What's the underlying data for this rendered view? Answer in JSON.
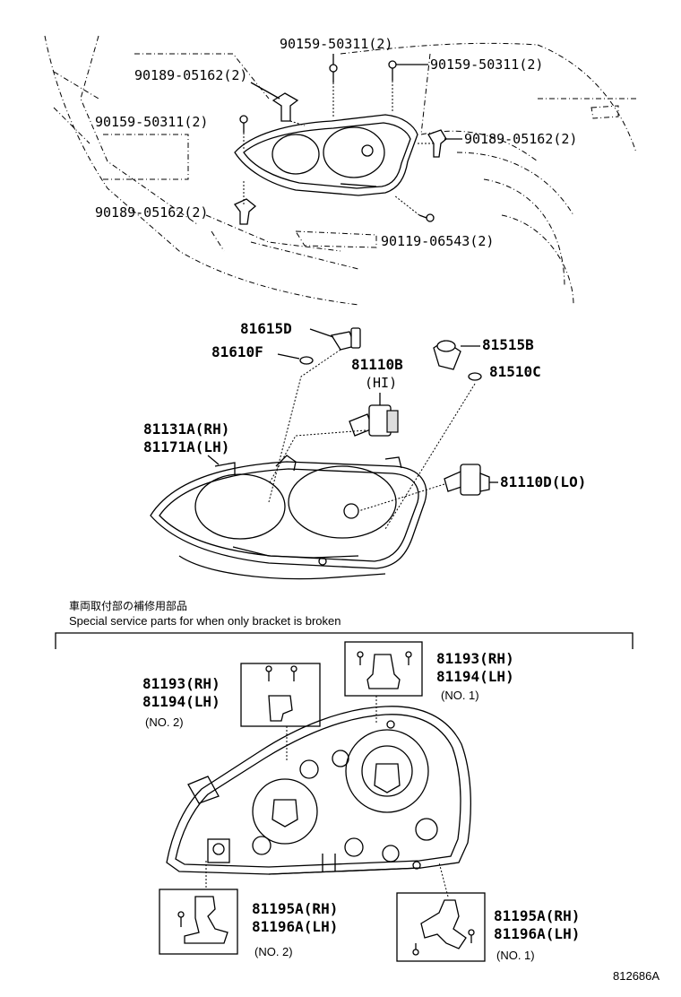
{
  "top_labels": {
    "p1": "90159-50311(2)",
    "p2": "90189-05162(2)",
    "p3": "90159-50311(2)",
    "p4": "90159-50311(2)",
    "p5": "90189-05162(2)",
    "p6": "90189-05162(2)",
    "p7": "90119-06543(2)"
  },
  "mid_labels": {
    "a": "81615D",
    "b": "81610F",
    "c": "81515B",
    "d": "81110B",
    "d_sub": "(HI)",
    "e": "81510C",
    "f": "81131A(RH)",
    "g": "81171A(LH)",
    "h": "81110D(LO)"
  },
  "note": {
    "japanese": "車両取付部の補修用部品",
    "english": "Special service parts for when only bracket is broken"
  },
  "box_labels": {
    "b1_rh": "81193(RH)",
    "b1_lh": "81194(LH)",
    "b1_no": "(NO. 1)",
    "b2_rh": "81193(RH)",
    "b2_lh": "81194(LH)",
    "b2_no": "(NO. 2)",
    "b3_rh": "81195A(RH)",
    "b3_lh": "81196A(LH)",
    "b3_no": "(NO. 2)",
    "b4_rh": "81195A(RH)",
    "b4_lh": "81196A(LH)",
    "b4_no": "(NO. 1)"
  },
  "figure_id": "812686A"
}
